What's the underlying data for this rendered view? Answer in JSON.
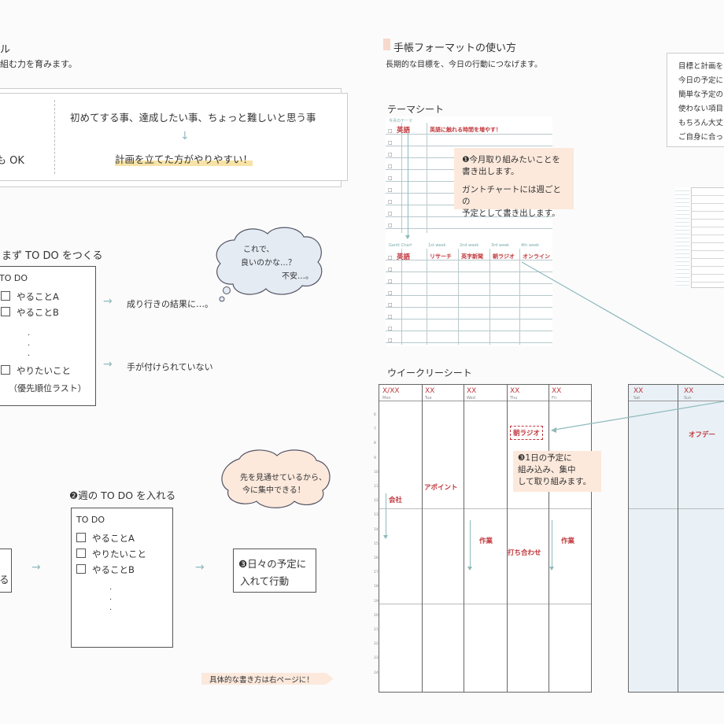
{
  "left_page": {
    "header_title_fragment": "ル",
    "header_sub_fragment": "組む力を育みます。",
    "compare_left_fragment": "も OK",
    "compare_right_text": "初めてする事、達成したい事、ちょっと難しいと思う事",
    "compare_right_highlight": "計画を立てた方がやりやすい！",
    "step1_heading": "まず TO DO をつくる",
    "todo1": {
      "title": "TO DO",
      "items": [
        "やることA",
        "やることB"
      ],
      "last_item": "やりたいこと",
      "last_item_note": "（優先順位ラスト）"
    },
    "result1": "成り行きの結果に…。",
    "result2": "手が付けられていない",
    "bubble_worry": [
      "これで、",
      "良いのかな…？",
      "不安…。"
    ],
    "bubble_focus": [
      "先を見通せているから、",
      "今に集中できる！"
    ],
    "step2_heading": "❷週の TO DO を入れる",
    "todo2": {
      "title": "TO DO",
      "items": [
        "やることA",
        "やりたいこと",
        "やることB"
      ]
    },
    "left_box_fragment": "る",
    "step3_box": [
      "❸日々の予定に",
      "入れて行動"
    ],
    "footer_tag": "具体的な書き方は右ページに！"
  },
  "right_page": {
    "title": "手帳フォーマットの使い方",
    "subtitle": "長期的な目標を、今日の行動につなげます。",
    "side_note": [
      "目標と計画を",
      "今日の予定に",
      "簡単な予定の",
      "使わない項目",
      "もちろん大丈",
      "ご自身に合っ"
    ],
    "theme_sheet": {
      "label": "テーマシート",
      "top_caption": "今月のテーマ",
      "row1_label": "英語",
      "row1_text": "英語に触れる時間を増やす！",
      "gantt_caption": "Gantt Chart",
      "week_labels": [
        "1st week",
        "2nd week",
        "3rd week",
        "4th week"
      ],
      "gantt_row1": [
        "英語",
        "リサーチ",
        "英字新聞",
        "朝ラジオ",
        "オンライン"
      ]
    },
    "note1": [
      "❶今月取り組みたいことを",
      "書き出します。",
      "",
      "ガントチャートには週ごとの",
      "予定として書き出します。"
    ],
    "weekly_sheet": {
      "label": "ウイークリーシート",
      "days": [
        {
          "date": "X/XX",
          "day": "Mon"
        },
        {
          "date": "XX",
          "day": "Tue"
        },
        {
          "date": "XX",
          "day": "Wed"
        },
        {
          "date": "XX",
          "day": "Thu"
        },
        {
          "date": "XX",
          "day": "Fri"
        }
      ],
      "weekend": [
        {
          "date": "XX",
          "day": "Sat"
        },
        {
          "date": "XX",
          "day": "Sun"
        }
      ],
      "hours": [
        "6",
        "7",
        "8",
        "9",
        "10",
        "11",
        "12",
        "13",
        "14",
        "15",
        "16",
        "17",
        "18",
        "19",
        "20",
        "21",
        "22",
        "23",
        "24"
      ],
      "events": {
        "asa_radio": "朝ラジオ",
        "appoint": "アポイント",
        "kaisha": "会社",
        "sagyo1": "作業",
        "uchiawase": "打ち合わせ",
        "sagyo2": "作業",
        "offday": "オフデー"
      }
    },
    "note3": [
      "❸1日の予定に",
      "組み込み、集中",
      "して取り組みます。"
    ]
  }
}
